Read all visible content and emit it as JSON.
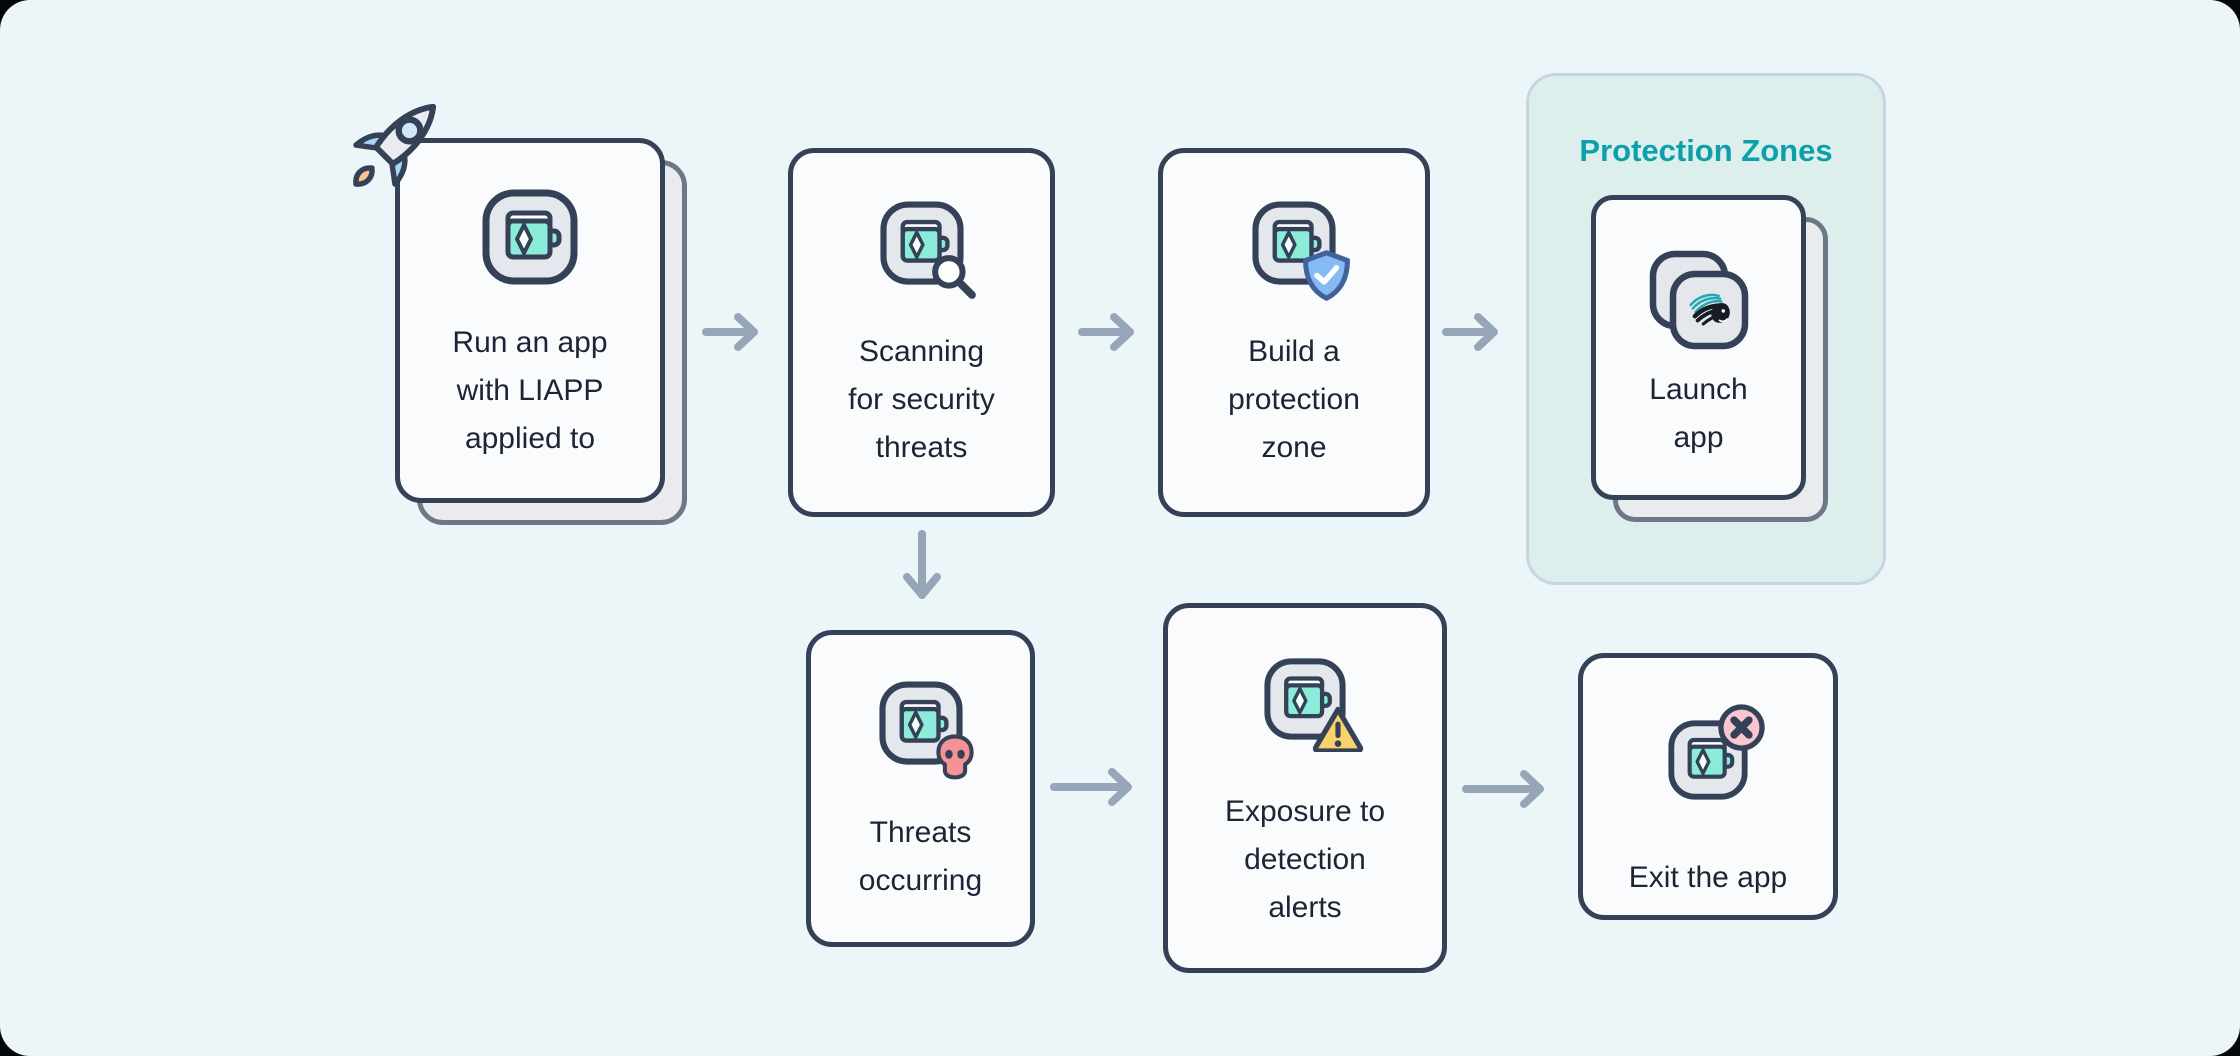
{
  "diagram": {
    "steps": {
      "run_app": {
        "lines": [
          "Run an app",
          "with LIAPP",
          "applied to"
        ],
        "icon": "app-wallet-icon",
        "decoration": "rocket-icon"
      },
      "scanning": {
        "lines": [
          "Scanning",
          "for security",
          "threats"
        ],
        "icon": "app-wallet-icon",
        "badge": "magnifier-icon"
      },
      "build_zone": {
        "lines": [
          "Build a",
          "protection",
          "zone"
        ],
        "icon": "app-wallet-icon",
        "badge": "shield-check-icon"
      },
      "launch_app": {
        "lines": [
          "Launch",
          "app"
        ],
        "icon": "liapp-lion-icon"
      },
      "threats": {
        "lines": [
          "Threats",
          "occurring"
        ],
        "icon": "app-wallet-icon",
        "badge": "skull-icon"
      },
      "exposure": {
        "lines": [
          "Exposure to",
          "detection",
          "alerts"
        ],
        "icon": "app-wallet-icon",
        "badge": "warning-icon"
      },
      "exit": {
        "lines": [
          "Exit the app"
        ],
        "icon": "app-wallet-icon",
        "badge": "close-circle-icon"
      }
    },
    "protection_zone": {
      "title": "Protection Zones"
    },
    "colors": {
      "canvas_bg": "#ecf6f8",
      "card_bg": "#f9fbfc",
      "card_border": "#344156",
      "stacked_card_bg": "#e9ebef",
      "panel_bg": "#ddefec",
      "panel_title": "#0ea0aa",
      "text": "#1c2435",
      "arrow": "#97a5b9",
      "wallet_teal": "#8aecd9",
      "shield_blue": "#86baf4",
      "skull_red": "#f59296",
      "warning_yellow": "#f8d36c",
      "close_pink": "#f9c6d0",
      "lion_teal": "#22a8b0",
      "flame_orange": "#f9c48e"
    }
  }
}
